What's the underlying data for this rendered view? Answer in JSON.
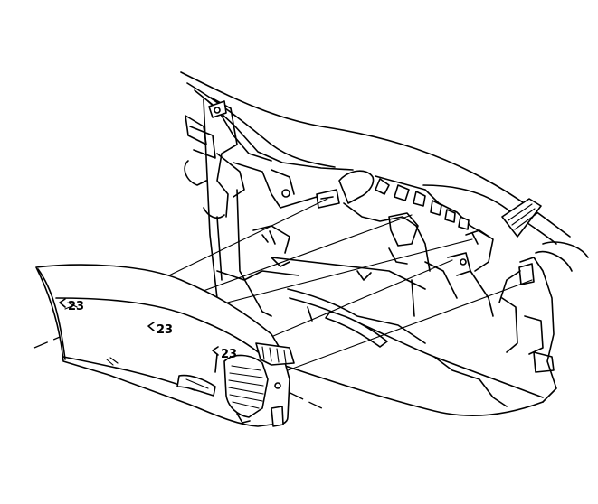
{
  "figure": {
    "callouts": [
      {
        "id": "callout-1",
        "text": "23"
      },
      {
        "id": "callout-2",
        "text": "23"
      },
      {
        "id": "callout-3",
        "text": "23"
      }
    ]
  }
}
